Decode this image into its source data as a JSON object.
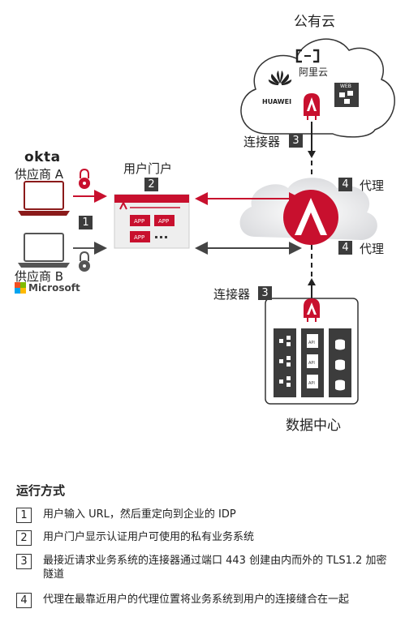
{
  "labels": {
    "public_cloud": "公有云",
    "aliyun": "阿里云",
    "huawei": "HUAWEI",
    "web": "WEB",
    "connector_top": "连接器",
    "connector_bottom": "连接器",
    "proxy_top": "代理",
    "proxy_bottom": "代理",
    "user_portal": "用户门户",
    "provider_a": "供应商 A",
    "provider_b": "供应商 B",
    "okta": "okta",
    "microsoft": "Microsoft",
    "data_center": "数据中心",
    "app1": "APP",
    "app2": "APP",
    "app3": "APP",
    "api": "API"
  },
  "badges": {
    "b1": "1",
    "b2": "2",
    "b3_top": "3",
    "b3_bottom": "3",
    "b4_top": "4",
    "b4_bottom": "4"
  },
  "legend": {
    "title": "运行方式",
    "steps": [
      {
        "num": "1",
        "text": "用户输入 URL，然后重定向到企业的 IDP"
      },
      {
        "num": "2",
        "text": "用户门户显示认证用户可使用的私有业务系统"
      },
      {
        "num": "3",
        "text": "最接近请求业务系统的连接器通过端口 443 创建由内而外的 TLS1.2 加密隧道"
      },
      {
        "num": "4",
        "text": "代理在最靠近用户的代理位置将业务系统到用户的连接缝合在一起"
      }
    ]
  },
  "colors": {
    "accent_red": "#c8102e",
    "dark_gray": "#3c3c3c",
    "ms_red": "#f25022",
    "ms_green": "#7fba00",
    "ms_blue": "#00a4ef",
    "ms_yellow": "#ffb900"
  }
}
